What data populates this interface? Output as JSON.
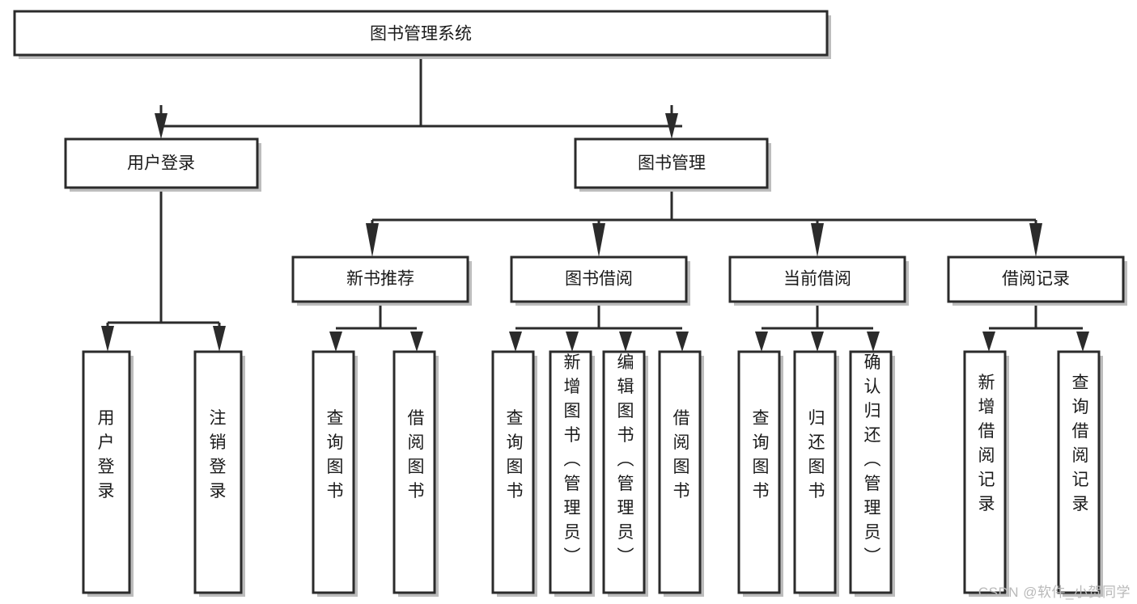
{
  "diagram": {
    "type": "tree-hierarchy",
    "title": "图书管理系统",
    "watermark": "CSDN @软件_小贺同学",
    "colors": {
      "stroke": "#2b2b2b",
      "fill": "#ffffff",
      "shadow": "#bdbdbd",
      "text": "#1a1a1a",
      "watermark": "#b9b9b9"
    },
    "levels": {
      "root": {
        "label": "图书管理系统"
      },
      "level2": [
        {
          "label": "用户登录"
        },
        {
          "label": "图书管理"
        }
      ],
      "level3": [
        {
          "label": "新书推荐"
        },
        {
          "label": "图书借阅"
        },
        {
          "label": "当前借阅"
        },
        {
          "label": "借阅记录"
        }
      ],
      "leaves": {
        "user_login": [
          {
            "label": "用户登录"
          },
          {
            "label": "注销登录"
          }
        ],
        "new_book_recommend": [
          {
            "label": "查询图书"
          },
          {
            "label": "借阅图书"
          }
        ],
        "book_borrow": [
          {
            "label": "查询图书"
          },
          {
            "label": "新增图书（管理员）"
          },
          {
            "label": "编辑图书（管理员）"
          },
          {
            "label": "借阅图书"
          }
        ],
        "current_borrow": [
          {
            "label": "查询图书"
          },
          {
            "label": "归还图书"
          },
          {
            "label": "确认归还（管理员）"
          }
        ],
        "borrow_record": [
          {
            "label": "新增借阅记录"
          },
          {
            "label": "查询借阅记录"
          }
        ]
      }
    }
  }
}
